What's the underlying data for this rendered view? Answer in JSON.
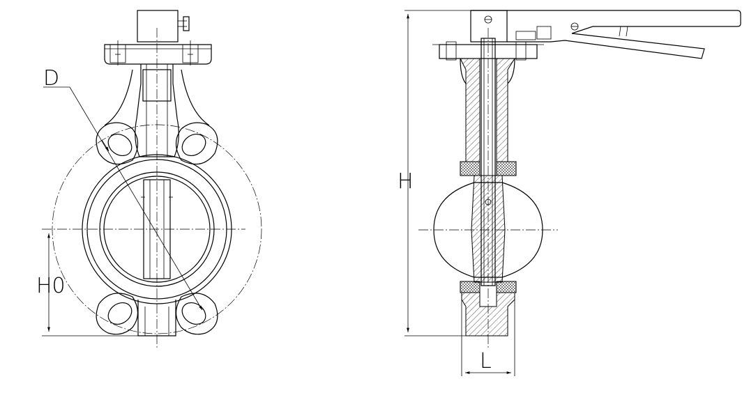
{
  "front_view": {
    "labels": {
      "diameter": "D",
      "center_height": "H0"
    }
  },
  "side_view": {
    "labels": {
      "overall_height": "H",
      "face_length": "L"
    }
  }
}
